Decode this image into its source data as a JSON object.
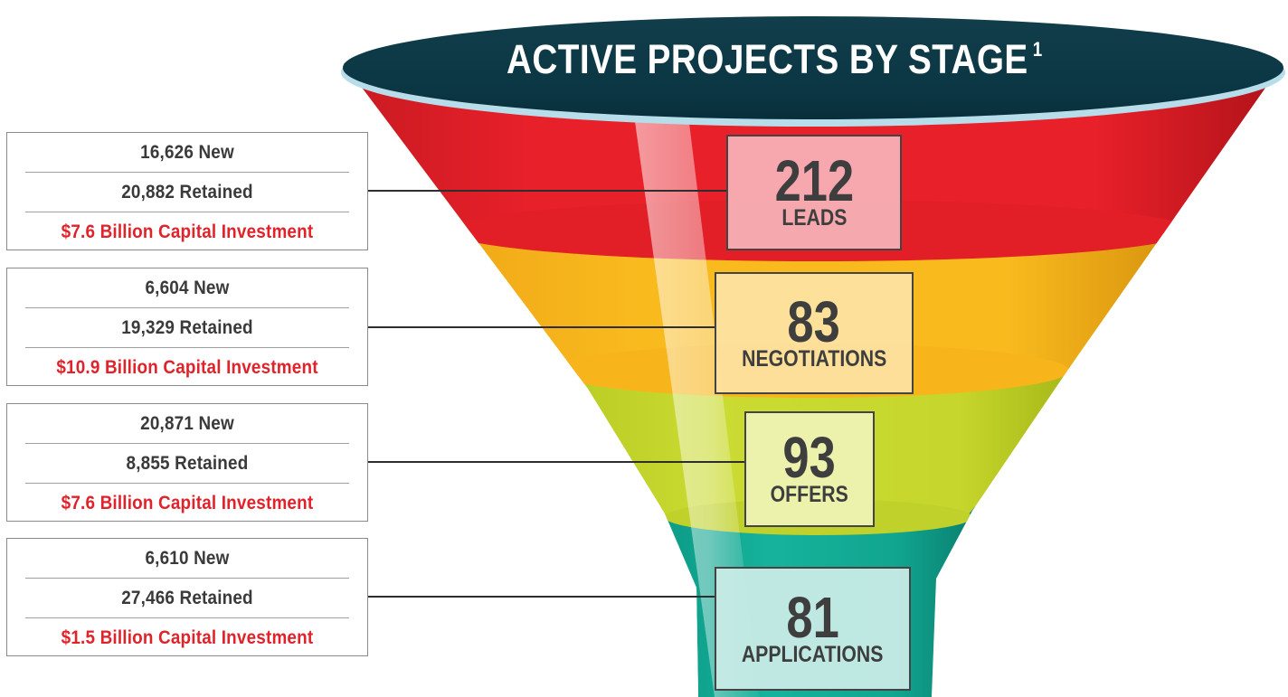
{
  "title": "ACTIVE PROJECTS BY STAGE",
  "title_footnote": "1",
  "colors": {
    "funnel_top": "#0b3c49",
    "leads": "#e42027",
    "negotiations": "#f6b31a",
    "offers": "#c4d42a",
    "applications": "#12a58f",
    "investment_text": "#e0232b"
  },
  "stages": [
    {
      "count": "212",
      "label": "LEADS",
      "new": "16,626 New",
      "retained": "20,882 Retained",
      "investment": "$7.6 Billion Capital Investment"
    },
    {
      "count": "83",
      "label": "NEGOTIATIONS",
      "new": "6,604 New",
      "retained": "19,329 Retained",
      "investment": "$10.9 Billion Capital Investment"
    },
    {
      "count": "93",
      "label": "OFFERS",
      "new": "20,871 New",
      "retained": "8,855 Retained",
      "investment": "$7.6 Billion Capital Investment"
    },
    {
      "count": "81",
      "label": "APPLICATIONS",
      "new": "6,610 New",
      "retained": "27,466 Retained",
      "investment": "$1.5 Billion Capital Investment"
    }
  ]
}
